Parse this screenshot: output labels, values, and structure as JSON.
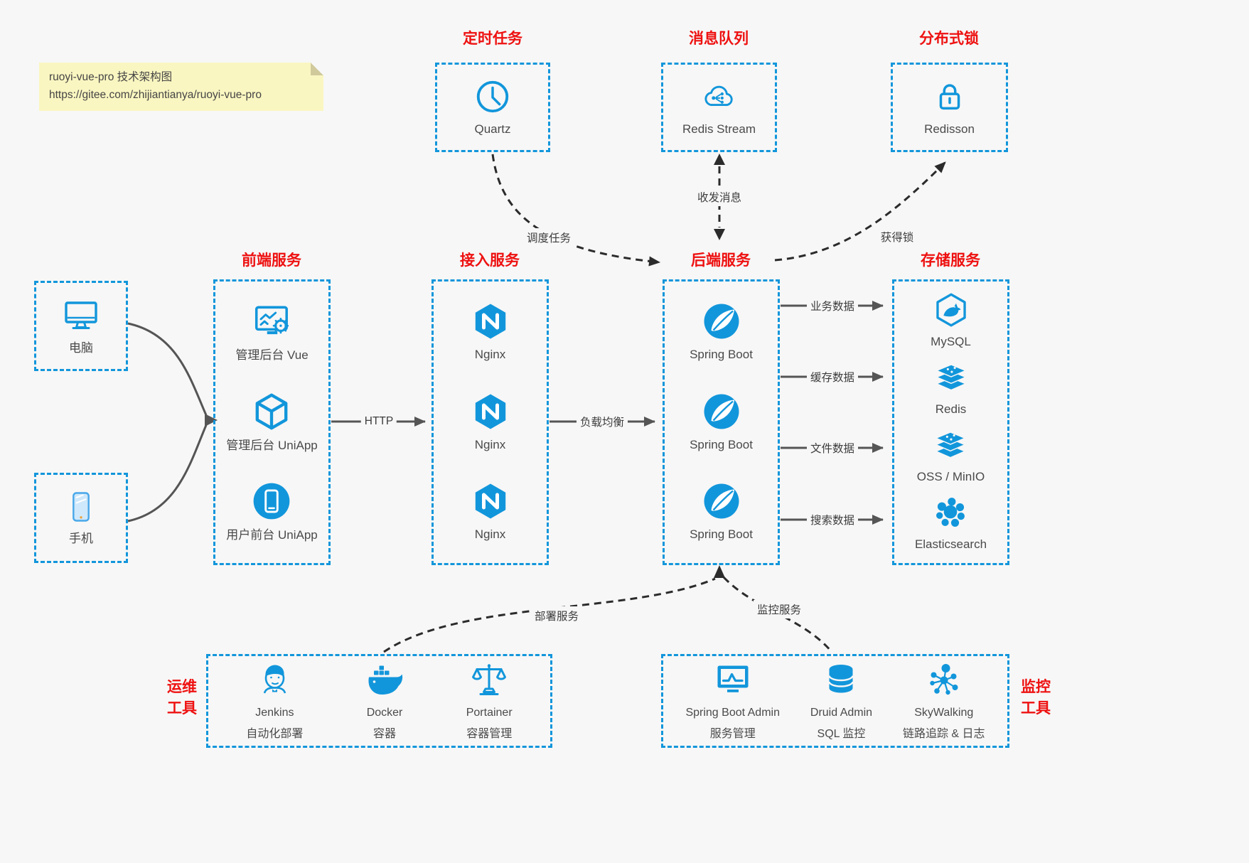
{
  "note": {
    "line1": "ruoyi-vue-pro 技术架构图",
    "line2": "https://gitee.com/zhijiantianya/ruoyi-vue-pro"
  },
  "colors": {
    "accent_blue": "#1296db",
    "title_red": "#ee1111",
    "note_background": "#faf6c1",
    "canvas_background": "#f7f7f7",
    "text_gray": "#4a4a4a",
    "solid_arrow": "#555555",
    "dashed_arrow": "#2b2b2b"
  },
  "groups": [
    {
      "id": "scheduler",
      "title": "定时任务",
      "items": [
        {
          "icon": "clock-icon",
          "label": [
            "Quartz"
          ]
        }
      ]
    },
    {
      "id": "mq",
      "title": "消息队列",
      "items": [
        {
          "icon": "cloud-stream-icon",
          "label": [
            "Redis Stream"
          ]
        }
      ]
    },
    {
      "id": "lock",
      "title": "分布式锁",
      "items": [
        {
          "icon": "lock-icon",
          "label": [
            "Redisson"
          ]
        }
      ]
    },
    {
      "id": "pc",
      "items": [
        {
          "icon": "desktop-icon",
          "label": [
            "电脑"
          ]
        }
      ]
    },
    {
      "id": "mobile",
      "items": [
        {
          "icon": "phone-icon",
          "label": [
            "手机"
          ]
        }
      ]
    },
    {
      "id": "frontend",
      "title": "前端服务",
      "items": [
        {
          "icon": "admin-vue-icon",
          "label": [
            "管理后台 Vue"
          ]
        },
        {
          "icon": "cube-icon",
          "label": [
            "管理后台 UniApp"
          ]
        },
        {
          "icon": "user-app-icon",
          "label": [
            "用户前台 UniApp"
          ]
        }
      ]
    },
    {
      "id": "gateway",
      "title": "接入服务",
      "items": [
        {
          "icon": "nginx-icon",
          "label": [
            "Nginx"
          ]
        },
        {
          "icon": "nginx-icon",
          "label": [
            "Nginx"
          ]
        },
        {
          "icon": "nginx-icon",
          "label": [
            "Nginx"
          ]
        }
      ]
    },
    {
      "id": "backend",
      "title": "后端服务",
      "items": [
        {
          "icon": "spring-icon",
          "label": [
            "Spring Boot"
          ]
        },
        {
          "icon": "spring-icon",
          "label": [
            "Spring Boot"
          ]
        },
        {
          "icon": "spring-icon",
          "label": [
            "Spring Boot"
          ]
        }
      ]
    },
    {
      "id": "storage",
      "title": "存储服务",
      "items": [
        {
          "icon": "mysql-icon",
          "label": [
            "MySQL"
          ]
        },
        {
          "icon": "redis-icon",
          "label": [
            "Redis"
          ]
        },
        {
          "icon": "oss-icon",
          "label": [
            "OSS / MinIO"
          ]
        },
        {
          "icon": "elasticsearch-icon",
          "label": [
            "Elasticsearch"
          ]
        }
      ]
    },
    {
      "id": "devops",
      "title_lines": [
        "运维",
        "工具"
      ],
      "items": [
        {
          "icon": "jenkins-icon",
          "label": [
            "Jenkins",
            "自动化部署"
          ]
        },
        {
          "icon": "docker-icon",
          "label": [
            "Docker",
            "容器"
          ]
        },
        {
          "icon": "portainer-icon",
          "label": [
            "Portainer",
            "容器管理"
          ]
        }
      ]
    },
    {
      "id": "monitor",
      "title_lines": [
        "监控",
        "工具"
      ],
      "items": [
        {
          "icon": "spring-admin-icon",
          "label": [
            "Spring Boot Admin",
            "服务管理"
          ]
        },
        {
          "icon": "druid-icon",
          "label": [
            "Druid Admin",
            "SQL 监控"
          ]
        },
        {
          "icon": "skywalking-icon",
          "label": [
            "SkyWalking",
            "链路追踪 & 日志"
          ]
        }
      ]
    }
  ],
  "connections": [
    {
      "from": "computer",
      "to": "frontend",
      "label": ""
    },
    {
      "from": "phone",
      "to": "frontend",
      "label": ""
    },
    {
      "from": "frontend",
      "to": "gateway",
      "label": "HTTP"
    },
    {
      "from": "gateway",
      "to": "backend",
      "label": "负载均衡"
    },
    {
      "from": "backend",
      "to": "mysql",
      "label": "业务数据"
    },
    {
      "from": "backend",
      "to": "redis",
      "label": "缓存数据"
    },
    {
      "from": "backend",
      "to": "oss-minio",
      "label": "文件数据"
    },
    {
      "from": "backend",
      "to": "elasticsearch",
      "label": "搜索数据"
    },
    {
      "from": "quartz",
      "to": "backend",
      "label": "调度任务",
      "style": "dashed"
    },
    {
      "from": "redis-stream",
      "to": "backend",
      "label": "收发消息",
      "style": "dashed",
      "bidirectional": true
    },
    {
      "from": "backend",
      "to": "redisson",
      "label": "获得锁",
      "style": "dashed"
    },
    {
      "from": "devops-tools",
      "to": "backend",
      "label": "部署服务",
      "style": "dashed"
    },
    {
      "from": "backend",
      "to": "monitor-tools",
      "label": "监控服务",
      "style": "dashed"
    }
  ]
}
